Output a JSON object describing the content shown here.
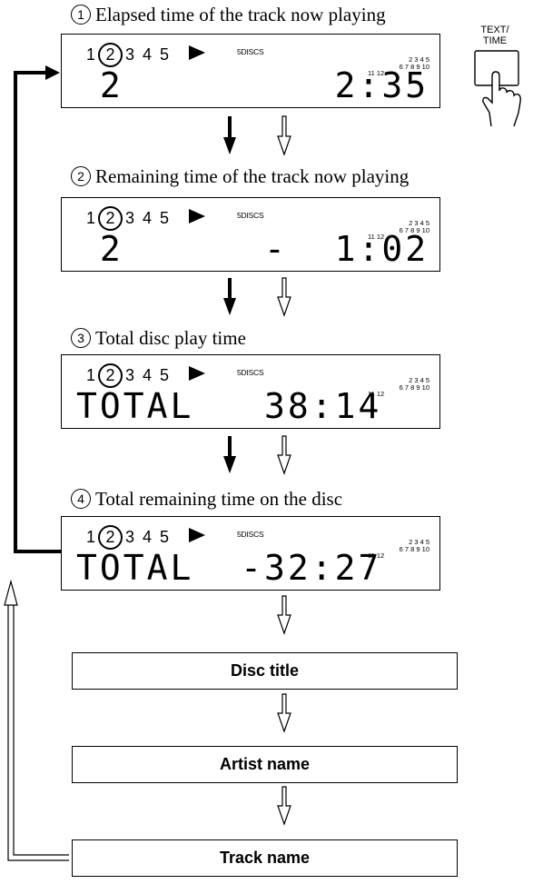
{
  "steps": [
    {
      "num": "1",
      "caption": "Elapsed time of the track now playing",
      "lcd": " 2         2:35"
    },
    {
      "num": "2",
      "caption": "Remaining time of the track now playing",
      "lcd": " 2      -  1:02"
    },
    {
      "num": "3",
      "caption": "Total disc play time",
      "lcd": "TOTAL   38:14"
    },
    {
      "num": "4",
      "caption": "Total remaining time on the disc",
      "lcd": "TOTAL  -32:27"
    }
  ],
  "panel": {
    "discs": [
      "1",
      "2",
      "3",
      "4",
      "5"
    ],
    "fivediscs": "5DISCS",
    "tracks": {
      "row1": "2 3 4 5",
      "row2": "6 7 8 9 10",
      "row3": "11 12"
    }
  },
  "boxes": [
    "Disc title",
    "Artist name",
    "Track name"
  ],
  "button": {
    "label_line1": "TEXT/",
    "label_line2": "TIME"
  }
}
